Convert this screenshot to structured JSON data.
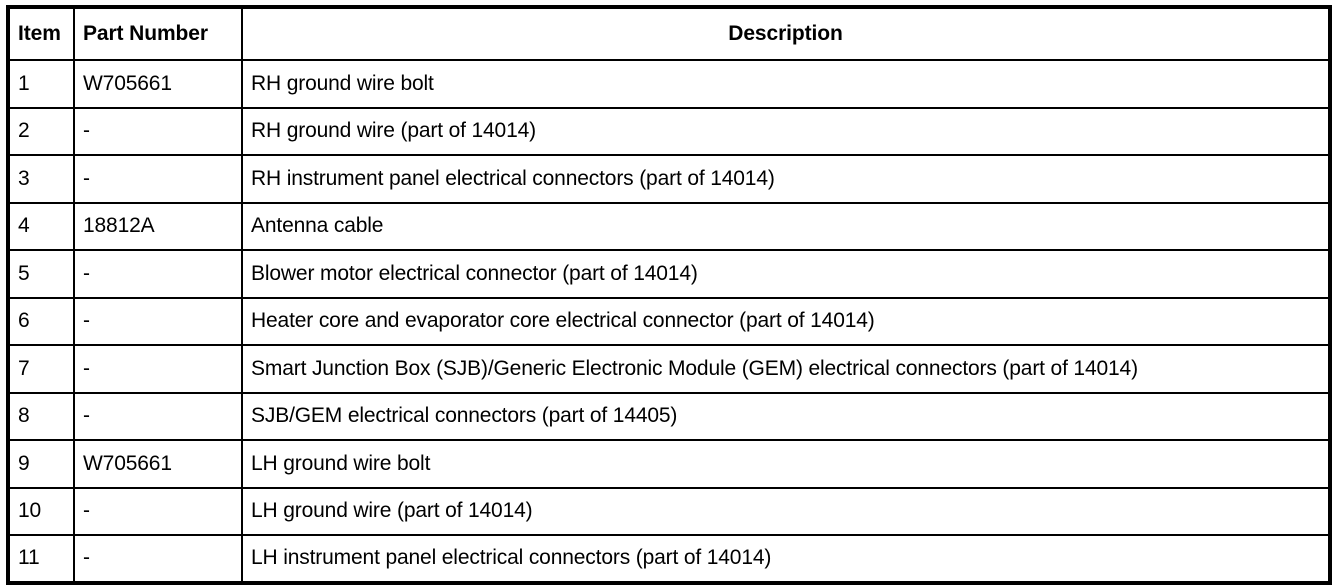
{
  "table": {
    "columns": [
      {
        "key": "item",
        "label": "Item",
        "align": "left"
      },
      {
        "key": "part_number",
        "label": "Part Number",
        "align": "left"
      },
      {
        "key": "description",
        "label": "Description",
        "align": "center"
      }
    ],
    "rows": [
      {
        "item": "1",
        "part_number": "W705661",
        "description": "RH ground wire bolt"
      },
      {
        "item": "2",
        "part_number": "-",
        "description": "RH ground wire (part of 14014)"
      },
      {
        "item": "3",
        "part_number": "-",
        "description": "RH instrument panel electrical connectors (part of 14014)"
      },
      {
        "item": "4",
        "part_number": "18812A",
        "description": "Antenna cable"
      },
      {
        "item": "5",
        "part_number": "-",
        "description": "Blower motor electrical connector (part of 14014)"
      },
      {
        "item": "6",
        "part_number": "-",
        "description": "Heater core and evaporator core electrical connector (part of 14014)"
      },
      {
        "item": "7",
        "part_number": "-",
        "description": "Smart Junction Box (SJB)/Generic Electronic Module (GEM) electrical connectors (part of 14014)"
      },
      {
        "item": "8",
        "part_number": "-",
        "description": "SJB/GEM electrical connectors (part of 14405)"
      },
      {
        "item": "9",
        "part_number": "W705661",
        "description": "LH ground wire bolt"
      },
      {
        "item": "10",
        "part_number": "-",
        "description": "LH ground wire (part of 14014)"
      },
      {
        "item": "11",
        "part_number": "-",
        "description": "LH instrument panel electrical connectors (part of 14014)"
      }
    ]
  },
  "colors": {
    "border": "#000000",
    "text": "#000000",
    "background": "#ffffff"
  }
}
